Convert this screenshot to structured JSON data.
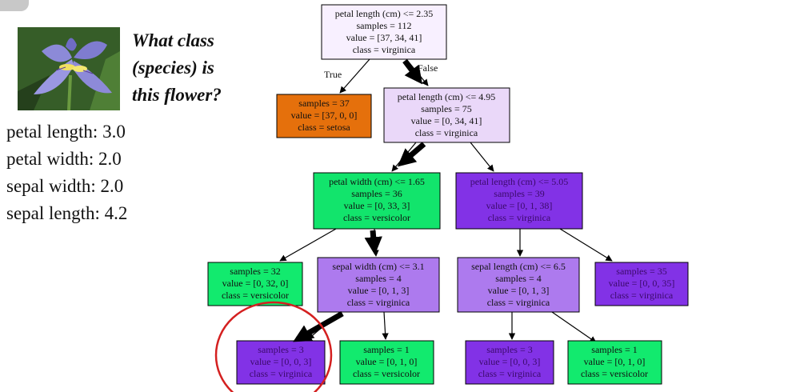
{
  "question": {
    "lines": [
      "What class",
      "(species) is",
      "this flower?"
    ]
  },
  "features": [
    "petal length: 3.0",
    "petal width: 2.0",
    "sepal width: 2.0",
    "sepal length: 4.2"
  ],
  "edge_labels": {
    "true_label": "True",
    "false_label": "False"
  },
  "nodes": [
    {
      "id": "root",
      "lines": [
        "petal length (cm) <= 2.35",
        "samples = 112",
        "value = [37, 34, 41]",
        "class = virginica"
      ],
      "fill": "#f8f0ff"
    },
    {
      "id": "setosa-leaf",
      "lines": [
        "samples = 37",
        "value = [37, 0, 0]",
        "class = setosa"
      ],
      "fill": "#e5700c"
    },
    {
      "id": "petal-length-4-95",
      "lines": [
        "petal length (cm) <= 4.95",
        "samples = 75",
        "value = [0, 34, 41]",
        "class = virginica"
      ],
      "fill": "#ead8f9"
    },
    {
      "id": "petal-width-1-65",
      "lines": [
        "petal width (cm) <= 1.65",
        "samples = 36",
        "value = [0, 33, 3]",
        "class = versicolor"
      ],
      "fill": "#12e46c"
    },
    {
      "id": "petal-length-5-05",
      "lines": [
        "petal length (cm) <= 5.05",
        "samples = 39",
        "value = [0, 1, 38]",
        "class = virginica"
      ],
      "fill": "#8232e6"
    },
    {
      "id": "versicolor-leaf-32",
      "lines": [
        "samples = 32",
        "value = [0, 32, 0]",
        "class = versicolor"
      ],
      "fill": "#12ea6e"
    },
    {
      "id": "sepal-width-3-1",
      "lines": [
        "sepal width (cm) <= 3.1",
        "samples = 4",
        "value = [0, 1, 3]",
        "class = virginica"
      ],
      "fill": "#ad7aee"
    },
    {
      "id": "sepal-length-6-5",
      "lines": [
        "sepal length (cm) <= 6.5",
        "samples = 4",
        "value = [0, 1, 3]",
        "class = virginica"
      ],
      "fill": "#ad7aee"
    },
    {
      "id": "virginica-leaf-35",
      "lines": [
        "samples = 35",
        "value = [0, 0, 35]",
        "class = virginica"
      ],
      "fill": "#8232e6"
    },
    {
      "id": "virginica-leaf-3a",
      "lines": [
        "samples = 3",
        "value = [0, 0, 3]",
        "class = virginica"
      ],
      "fill": "#8232e6"
    },
    {
      "id": "versicolor-leaf-1a",
      "lines": [
        "samples = 1",
        "value = [0, 1, 0]",
        "class = versicolor"
      ],
      "fill": "#12ea6e"
    },
    {
      "id": "virginica-leaf-3b",
      "lines": [
        "samples = 3",
        "value = [0, 0, 3]",
        "class = virginica"
      ],
      "fill": "#8232e6"
    },
    {
      "id": "versicolor-leaf-1b",
      "lines": [
        "samples = 1",
        "value = [0, 1, 0]",
        "class = versicolor"
      ],
      "fill": "#12ea6e"
    }
  ],
  "colors": {
    "highlight_path": "#000000",
    "circle": "#d42020",
    "edge": "#000000"
  }
}
